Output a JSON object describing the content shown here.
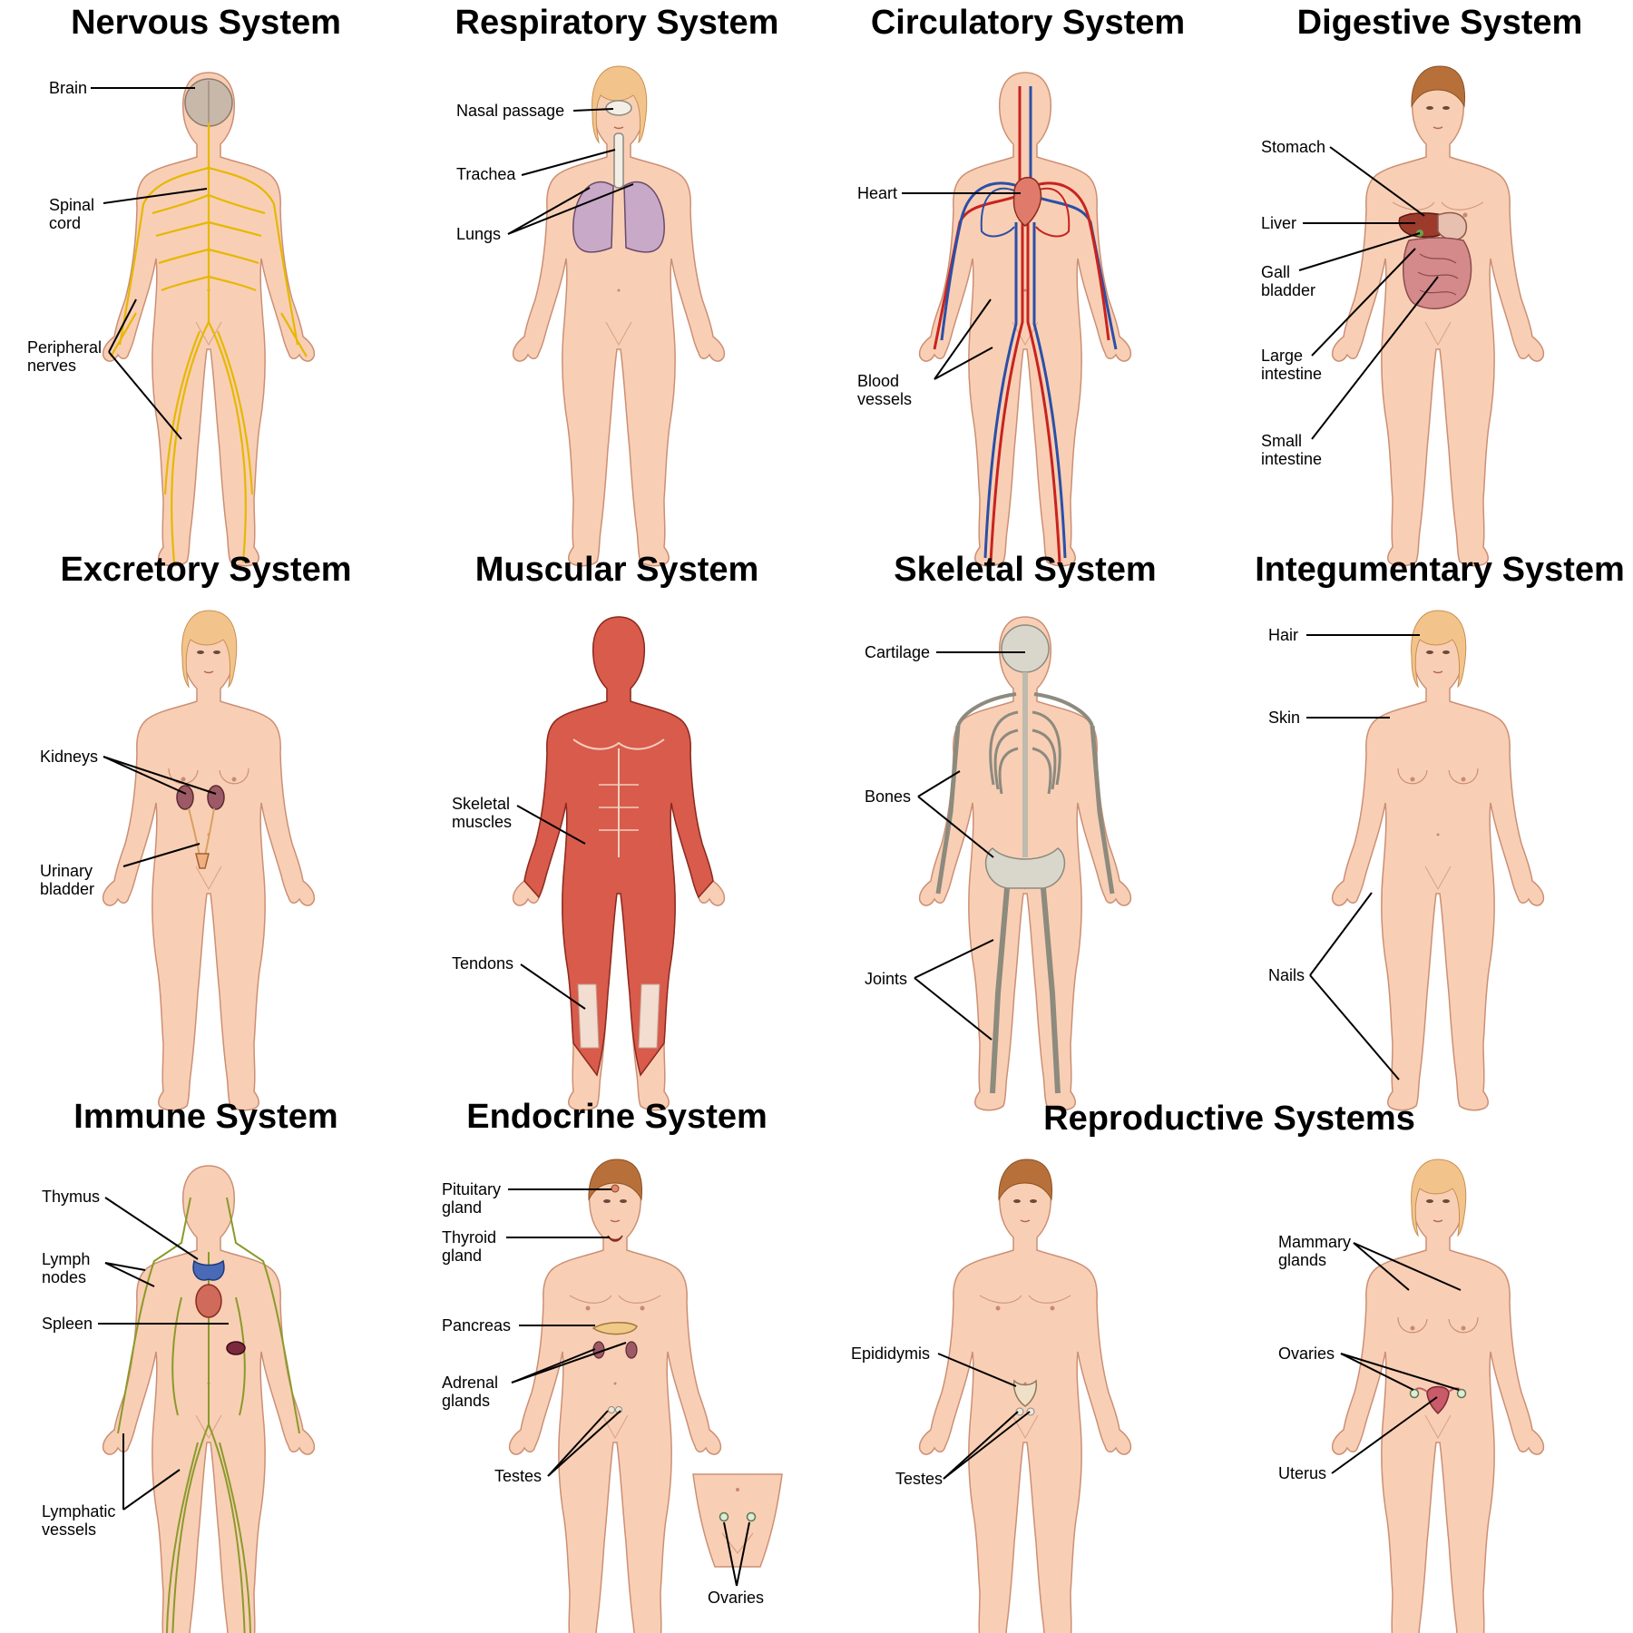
{
  "colors": {
    "skin": "#f8cfb5",
    "nerve": "#e6b800",
    "artery": "#c8231e",
    "vein": "#2b4fa8",
    "lymph": "#8a9a2a",
    "muscle": "#d85b4b",
    "bone": "#d9d7cc",
    "organ": "#b55a5a"
  },
  "panels": [
    {
      "title": "Nervous System",
      "labels": [
        {
          "text": "Brain"
        },
        {
          "text": "Spinal\ncord"
        },
        {
          "text": "Peripheral\nnerves"
        }
      ]
    },
    {
      "title": "Respiratory System",
      "labels": [
        {
          "text": "Nasal passage"
        },
        {
          "text": "Trachea"
        },
        {
          "text": "Lungs"
        }
      ]
    },
    {
      "title": "Circulatory System",
      "labels": [
        {
          "text": "Heart"
        },
        {
          "text": "Blood\nvessels"
        }
      ]
    },
    {
      "title": "Digestive System",
      "labels": [
        {
          "text": "Stomach"
        },
        {
          "text": "Liver"
        },
        {
          "text": "Gall\nbladder"
        },
        {
          "text": "Large\nintestine"
        },
        {
          "text": "Small\nintestine"
        }
      ]
    },
    {
      "title": "Excretory System",
      "labels": [
        {
          "text": "Kidneys"
        },
        {
          "text": "Urinary\nbladder"
        }
      ]
    },
    {
      "title": "Muscular System",
      "labels": [
        {
          "text": "Skeletal\nmuscles"
        },
        {
          "text": "Tendons"
        }
      ]
    },
    {
      "title": "Skeletal System",
      "labels": [
        {
          "text": "Cartilage"
        },
        {
          "text": "Bones"
        },
        {
          "text": "Joints"
        }
      ]
    },
    {
      "title": "Integumentary System",
      "labels": [
        {
          "text": "Hair"
        },
        {
          "text": "Skin"
        },
        {
          "text": "Nails"
        }
      ]
    },
    {
      "title": "Immune System",
      "labels": [
        {
          "text": "Thymus"
        },
        {
          "text": "Lymph\nnodes"
        },
        {
          "text": "Spleen"
        },
        {
          "text": "Lymphatic\nvessels"
        }
      ]
    },
    {
      "title": "Endocrine System",
      "labels": [
        {
          "text": "Pituitary\ngland"
        },
        {
          "text": "Thyroid\ngland"
        },
        {
          "text": "Pancreas"
        },
        {
          "text": "Adrenal\nglands"
        },
        {
          "text": "Testes"
        },
        {
          "text": "Ovaries"
        }
      ]
    },
    {
      "title": "Reproductive Systems",
      "labels": [
        {
          "text": "Epididymis"
        },
        {
          "text": "Testes"
        },
        {
          "text": "Mammary\nglands"
        },
        {
          "text": "Ovaries"
        },
        {
          "text": "Uterus"
        }
      ]
    }
  ]
}
